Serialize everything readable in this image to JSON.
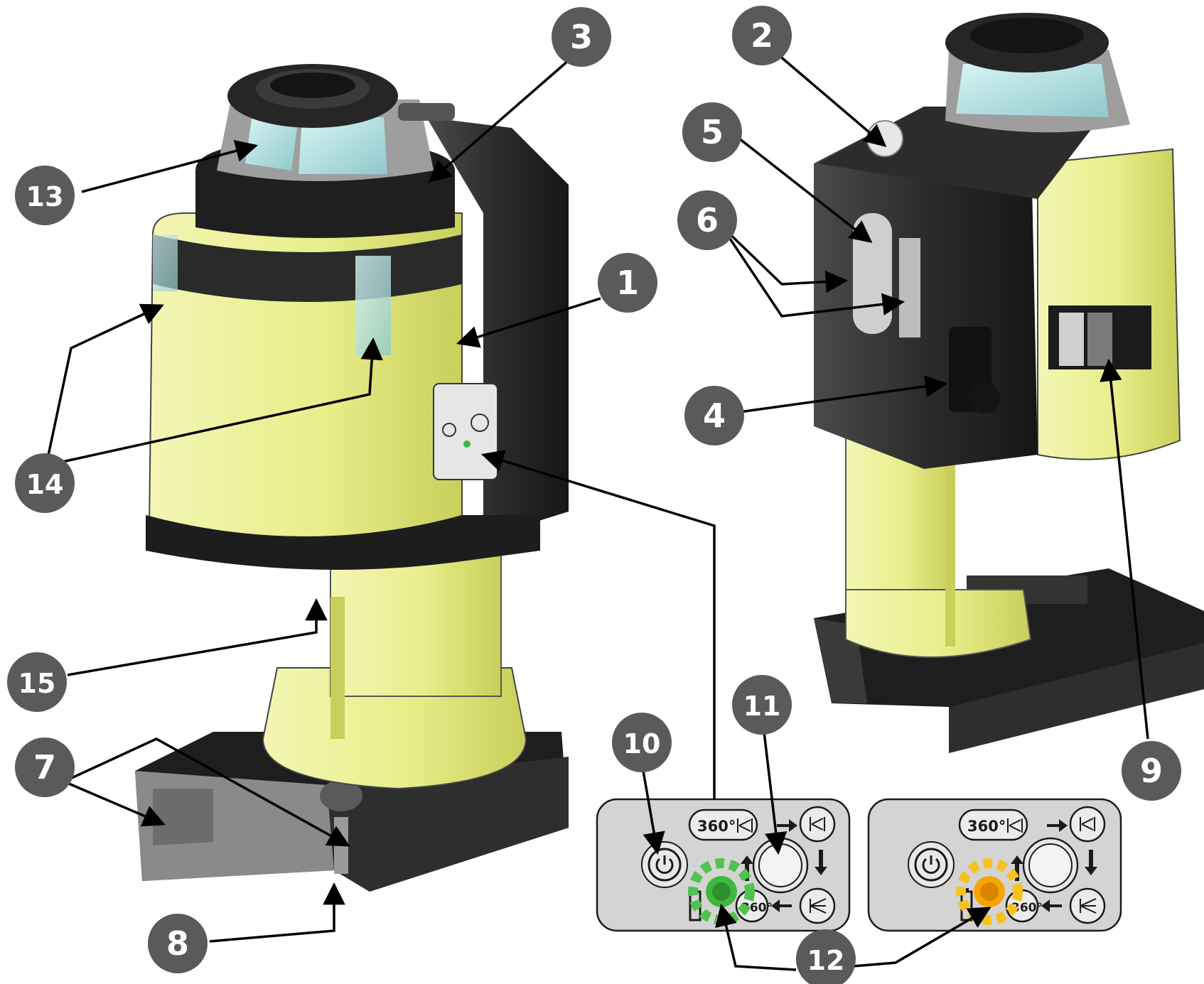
{
  "callouts": {
    "c1": "1",
    "c2": "2",
    "c3": "3",
    "c4": "4",
    "c5": "5",
    "c6": "6",
    "c7": "7",
    "c8": "8",
    "c9": "9",
    "c10": "10",
    "c11": "11",
    "c12": "12",
    "c13": "13",
    "c14": "14",
    "c15": "15"
  },
  "panel": {
    "mode_360": "360°",
    "mode_360_small": "360°"
  },
  "colors": {
    "body_yellow": "#eef29a",
    "housing_black": "#2a2a2a",
    "callout_grey": "#5a5a5a",
    "led_green": "#3fb83f",
    "led_orange": "#f5a500",
    "panel_grey": "#d4d4d4"
  },
  "icons": {
    "power": "power-icon",
    "battery": "battery-icon",
    "mode_line": "laser-line-icon",
    "mode_fan": "laser-fan-icon"
  }
}
